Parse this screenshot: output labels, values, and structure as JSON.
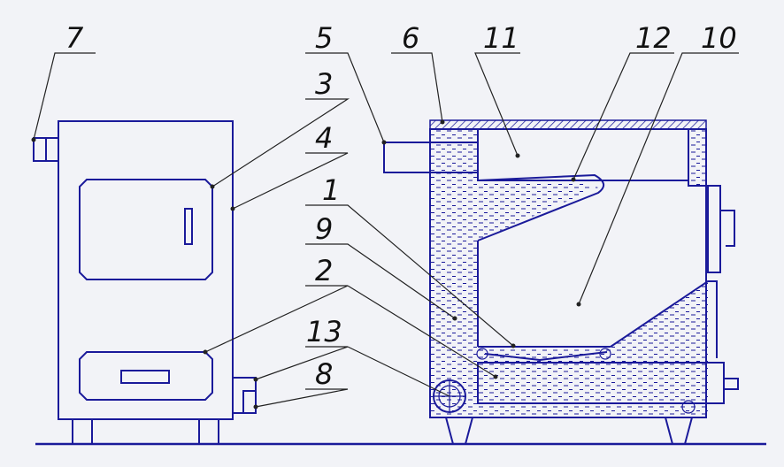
{
  "labels": {
    "l1": "1",
    "l2": "2",
    "l3": "3",
    "l4": "4",
    "l5": "5",
    "l6": "6",
    "l7": "7",
    "l8": "8",
    "l9": "9",
    "l10": "10",
    "l11": "11",
    "l12": "12",
    "l13": "13"
  },
  "colors": {
    "line": "#1a1a9a",
    "background": "#f2f3f7",
    "water_hatch": "#1a1a9a"
  }
}
